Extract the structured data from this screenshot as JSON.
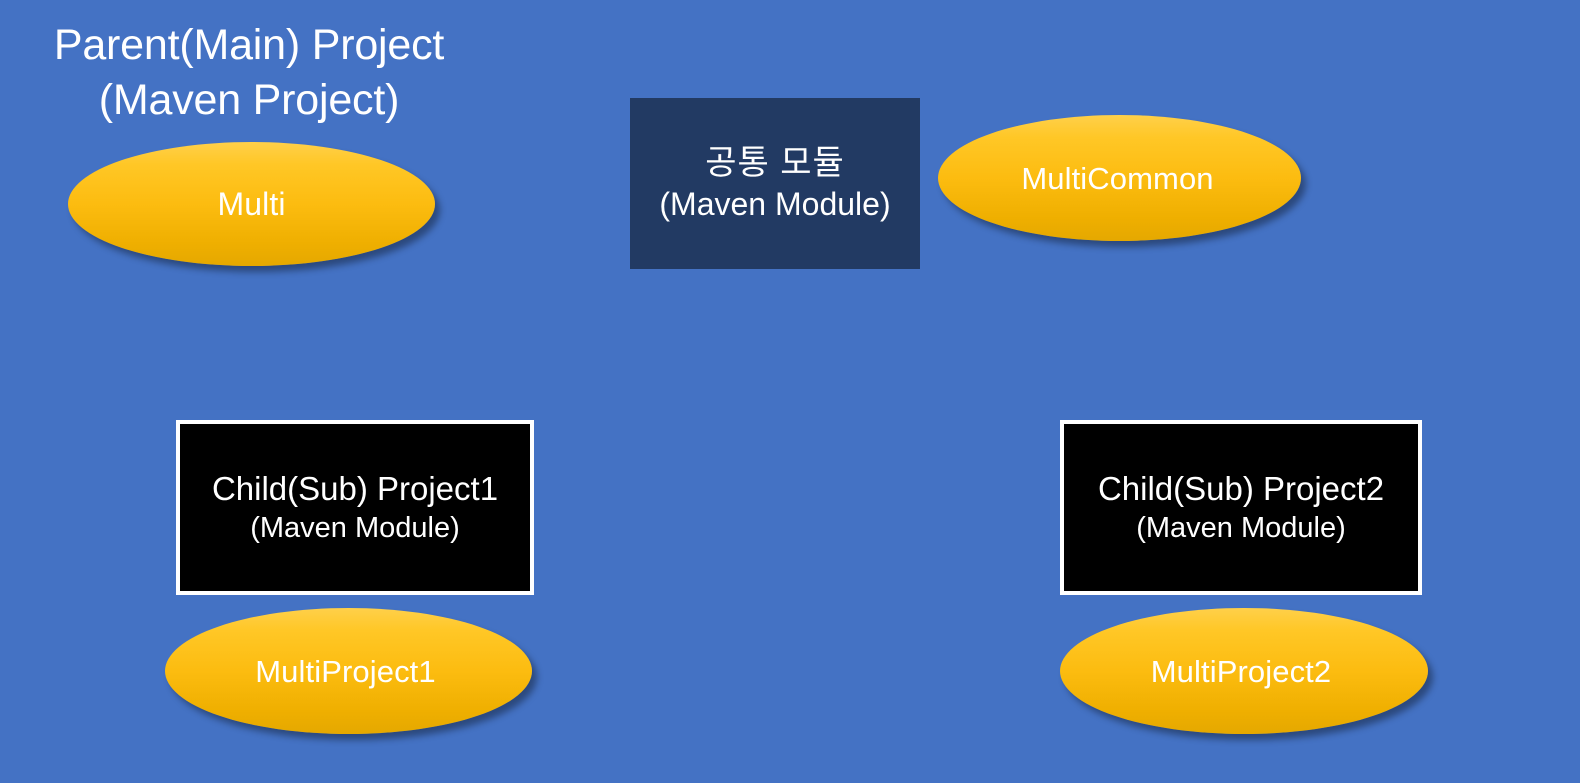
{
  "slide": {
    "background_color": "#4472C4",
    "title": {
      "line1": "Parent(Main) Project",
      "line2": "(Maven Project)"
    }
  },
  "palette": {
    "background_blue": "#4472C4",
    "ellipse_gold_top": "#FFC726",
    "ellipse_gold_bottom": "#E5A800",
    "navy_box": "#223A63",
    "black_box": "#000000",
    "border_white": "#FFFFFF",
    "text_white": "#FFFFFF"
  },
  "nodes": {
    "parent_artifact": {
      "label": "Multi",
      "shape": "ellipse",
      "fill": "#FCBC10"
    },
    "common_module_box": {
      "line1": "공통 모듈",
      "line2": "(Maven Module)",
      "shape": "rectangle",
      "fill": "#223A63"
    },
    "common_artifact": {
      "label": "MultiCommon",
      "shape": "ellipse",
      "fill": "#FCBC10"
    },
    "child1_box": {
      "line1": "Child(Sub) Project1",
      "line2": "(Maven Module)",
      "shape": "rectangle",
      "fill": "#000000",
      "border": "#FFFFFF"
    },
    "child1_artifact": {
      "label": "MultiProject1",
      "shape": "ellipse",
      "fill": "#FCBC10"
    },
    "child2_box": {
      "line1": "Child(Sub) Project2",
      "line2": "(Maven Module)",
      "shape": "rectangle",
      "fill": "#000000",
      "border": "#FFFFFF"
    },
    "child2_artifact": {
      "label": "MultiProject2",
      "shape": "ellipse",
      "fill": "#FCBC10"
    }
  }
}
